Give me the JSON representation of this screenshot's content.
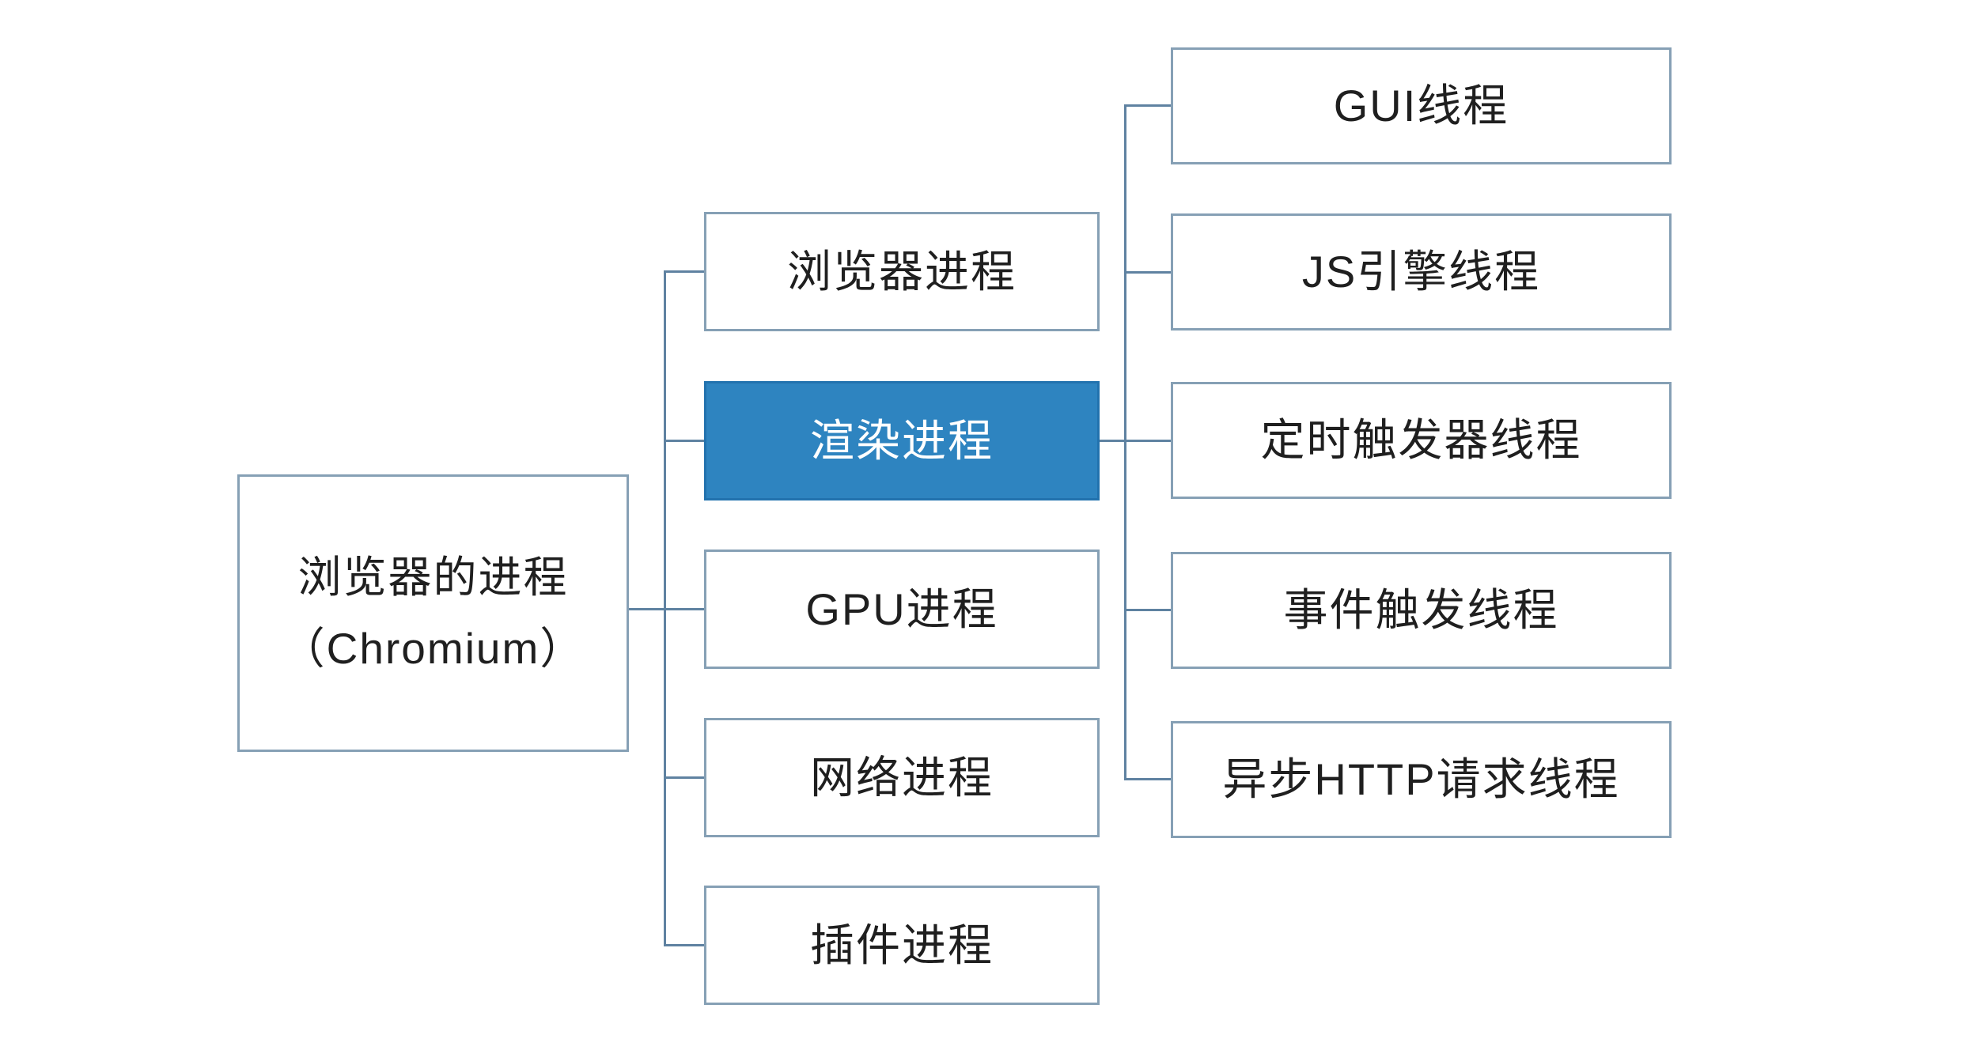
{
  "colors": {
    "background": "#ffffff",
    "box_border": "#86a0b5",
    "connector": "#5f82a1",
    "highlight_fill": "#2e84c0",
    "highlight_border": "#2272ae",
    "highlight_text": "#ffffff",
    "text": "#1f1f1f"
  },
  "root": {
    "title_line1": "浏览器的进程",
    "title_line2": "（Chromium）"
  },
  "processes": [
    {
      "id": "browser-process",
      "label": "浏览器进程",
      "highlighted": false
    },
    {
      "id": "render-process",
      "label": "渲染进程",
      "highlighted": true
    },
    {
      "id": "gpu-process",
      "label": "GPU进程",
      "highlighted": false
    },
    {
      "id": "network-process",
      "label": "网络进程",
      "highlighted": false
    },
    {
      "id": "plugin-process",
      "label": "插件进程",
      "highlighted": false
    }
  ],
  "threads": [
    {
      "id": "gui-thread",
      "label": "GUI线程"
    },
    {
      "id": "js-thread",
      "label": "JS引擎线程"
    },
    {
      "id": "timer-thread",
      "label": "定时触发器线程"
    },
    {
      "id": "event-thread",
      "label": "事件触发线程"
    },
    {
      "id": "http-thread",
      "label": "异步HTTP请求线程"
    }
  ]
}
